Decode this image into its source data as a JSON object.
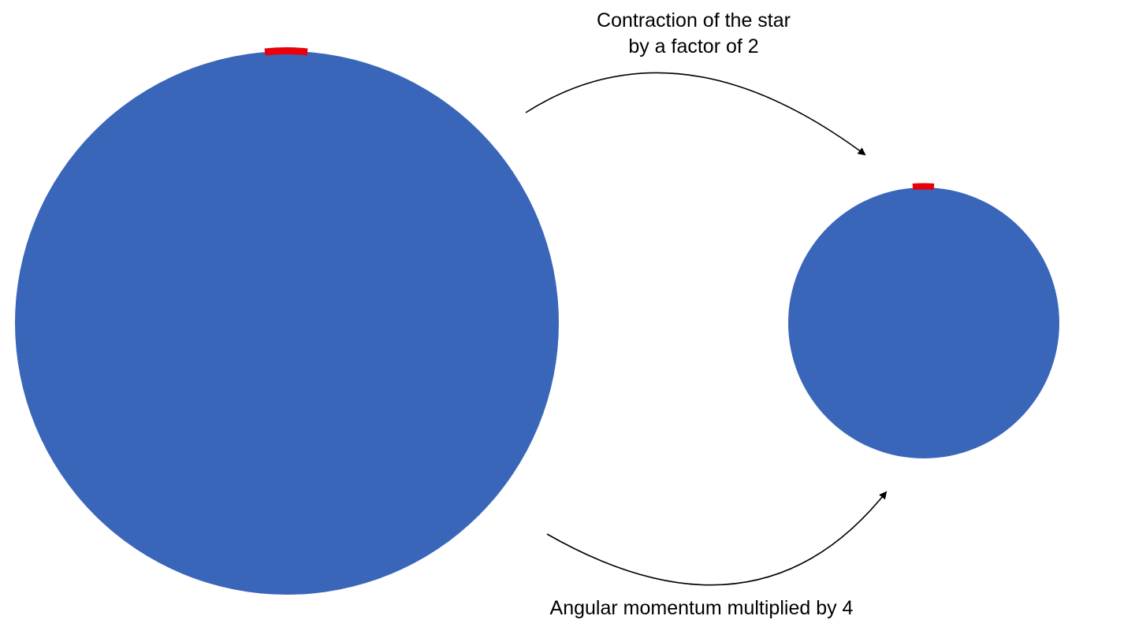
{
  "diagram": {
    "top_label_line1": "Contraction of the star",
    "top_label_line2": "by a factor of 2",
    "bottom_label": "Angular momentum multiplied by 4"
  },
  "colors": {
    "star": "#3a66ba",
    "marker": "#e8000b",
    "arrow": "#000000",
    "background": "#ffffff"
  }
}
